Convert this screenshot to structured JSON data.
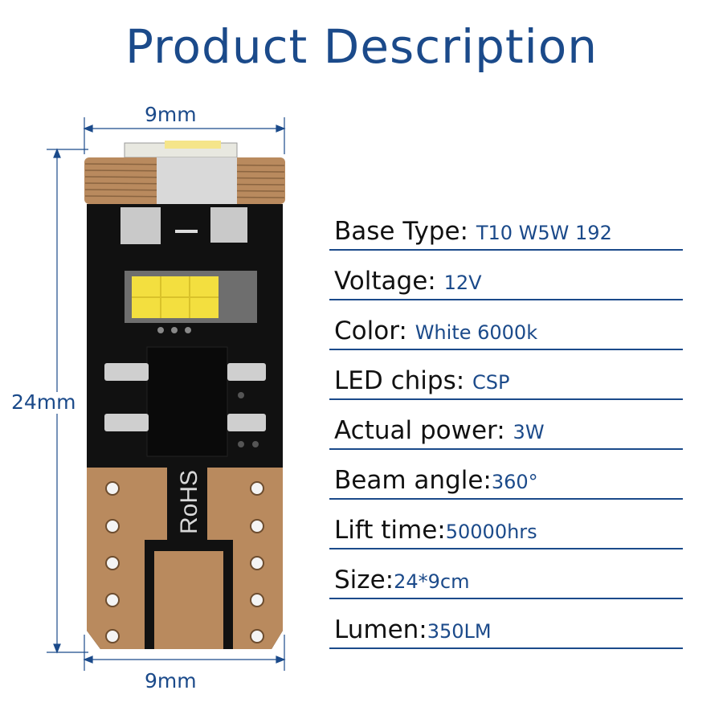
{
  "title": "Product  Description",
  "dimensions": {
    "top_width": "9mm",
    "bottom_width": "9mm",
    "height": "24mm"
  },
  "product_markings": {
    "rohs": "RoHS"
  },
  "specs": [
    {
      "label": "Base Type: ",
      "value": "T10 W5W 192"
    },
    {
      "label": "Voltage: ",
      "value": "12V"
    },
    {
      "label": "Color: ",
      "value": "White 6000k"
    },
    {
      "label": "LED chips: ",
      "value": "CSP"
    },
    {
      "label": "Actual power: ",
      "value": "3W"
    },
    {
      "label": "Beam angle:",
      "value": "360°"
    },
    {
      "label": "Lift time:",
      "value": "50000hrs"
    },
    {
      "label": "Size:",
      "value": "24*9cm"
    },
    {
      "label": "Lumen:",
      "value": "350LM"
    }
  ],
  "colors": {
    "accent": "#1b4a8a",
    "pcb": "#111111",
    "copper": "#b98a5e"
  }
}
